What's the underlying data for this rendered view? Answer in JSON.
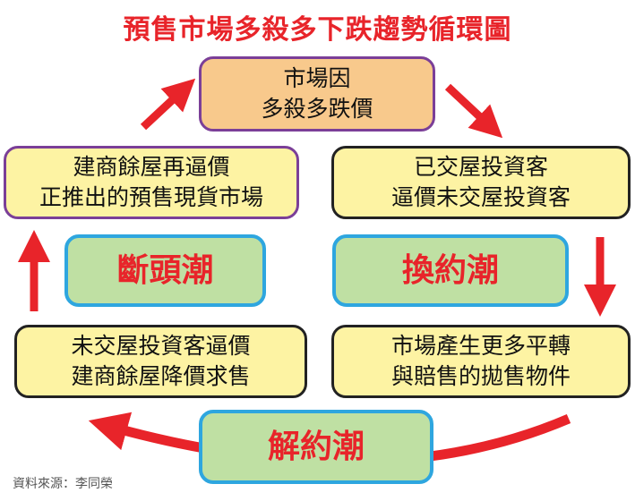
{
  "title": "預售市場多殺多下跌趨勢循環圖",
  "boxes": {
    "top": [
      "市場因",
      "多殺多跌價"
    ],
    "right_top": [
      "已交屋投資客",
      "逼價未交屋投資客"
    ],
    "right_bottom": [
      "市場產生更多平轉",
      "與賠售的拋售物件"
    ],
    "left_bottom": [
      "未交屋投資客逼價",
      "建商餘屋降價求售"
    ],
    "left_top": [
      "建商餘屋再逼價",
      "正推出的預售現貨市場"
    ]
  },
  "waves": {
    "left": "斷頭潮",
    "right": "換約潮",
    "bottom": "解約潮"
  },
  "source": "資料來源：李同榮",
  "colors": {
    "arrow": "#e8242a",
    "title": "#e8242a"
  }
}
